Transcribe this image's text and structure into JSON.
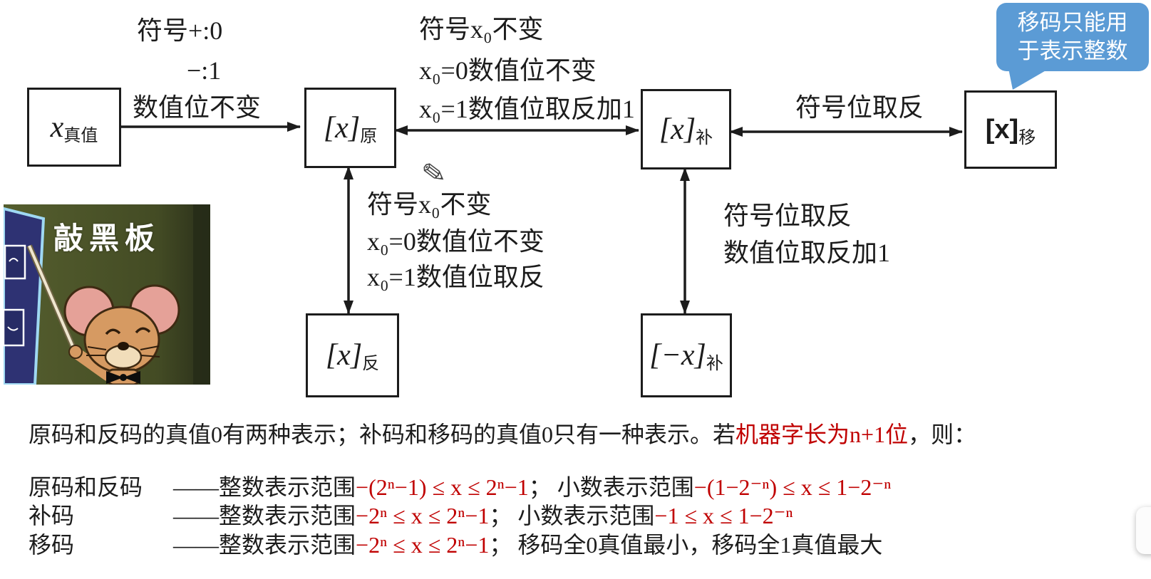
{
  "colors": {
    "accent_red": "#c00000",
    "bubble_blue": "#5b9bd5",
    "ink": "#1c1c1c"
  },
  "bubble": {
    "line1": "移码只能用",
    "line2": "于表示整数"
  },
  "boxes": {
    "true_value": {
      "main": "x",
      "sub": "真值"
    },
    "original": {
      "main": "[x]",
      "sub": "原"
    },
    "complement": {
      "main": "[x]",
      "sub": "补"
    },
    "excess": {
      "main": "[x]",
      "sub": "移"
    },
    "inverse": {
      "main": "[x]",
      "sub": "反"
    },
    "neg_complement": {
      "main": "[−x]",
      "sub": "补"
    }
  },
  "arrow_labels": {
    "true_to_original": [
      "符号+:0",
      "−:1",
      "数值位不变"
    ],
    "original_to_complement": [
      "符号x₀不变",
      "x₀=0数值位不变",
      "x₀=1数值位取反加1"
    ],
    "complement_to_excess": [
      "符号位取反"
    ],
    "original_to_inverse": [
      "符号x₀不变",
      "x₀=0数值位不变",
      "x₀=1数值位取反"
    ],
    "complement_to_neg_complement": [
      "符号位取反",
      "数值位取反加1"
    ]
  },
  "pencil_icon": "✎",
  "meme": {
    "caption": "敲黑板"
  },
  "notes": {
    "line1": [
      {
        "t": "原码和反码的真值0有两种表示；补码和移码的真值0只有一种表示。若",
        "red": false
      },
      {
        "t": "机器字长为n+1位",
        "red": true
      },
      {
        "t": "，则：",
        "red": false
      }
    ]
  },
  "ranges": [
    {
      "label": "原码和反码",
      "segments": [
        {
          "t": "——整数表示范围",
          "red": false
        },
        {
          "t": "−(2ⁿ−1) ≤ x ≤ 2ⁿ−1",
          "red": true
        },
        {
          "t": "； 小数表示范围",
          "red": false
        },
        {
          "t": "−(1−2⁻ⁿ) ≤ x ≤ 1−2⁻ⁿ",
          "red": true
        }
      ]
    },
    {
      "label": "补码",
      "segments": [
        {
          "t": "——整数表示范围",
          "red": false
        },
        {
          "t": "−2ⁿ ≤ x ≤ 2ⁿ−1",
          "red": true
        },
        {
          "t": "； 小数表示范围",
          "red": false
        },
        {
          "t": "−1 ≤ x ≤ 1−2⁻ⁿ",
          "red": true
        }
      ]
    },
    {
      "label": "移码",
      "segments": [
        {
          "t": "——整数表示范围",
          "red": false
        },
        {
          "t": "−2ⁿ ≤ x ≤ 2ⁿ−1",
          "red": true
        },
        {
          "t": "； 移码全0真值最小，移码全1真值最大",
          "red": false
        }
      ]
    }
  ]
}
